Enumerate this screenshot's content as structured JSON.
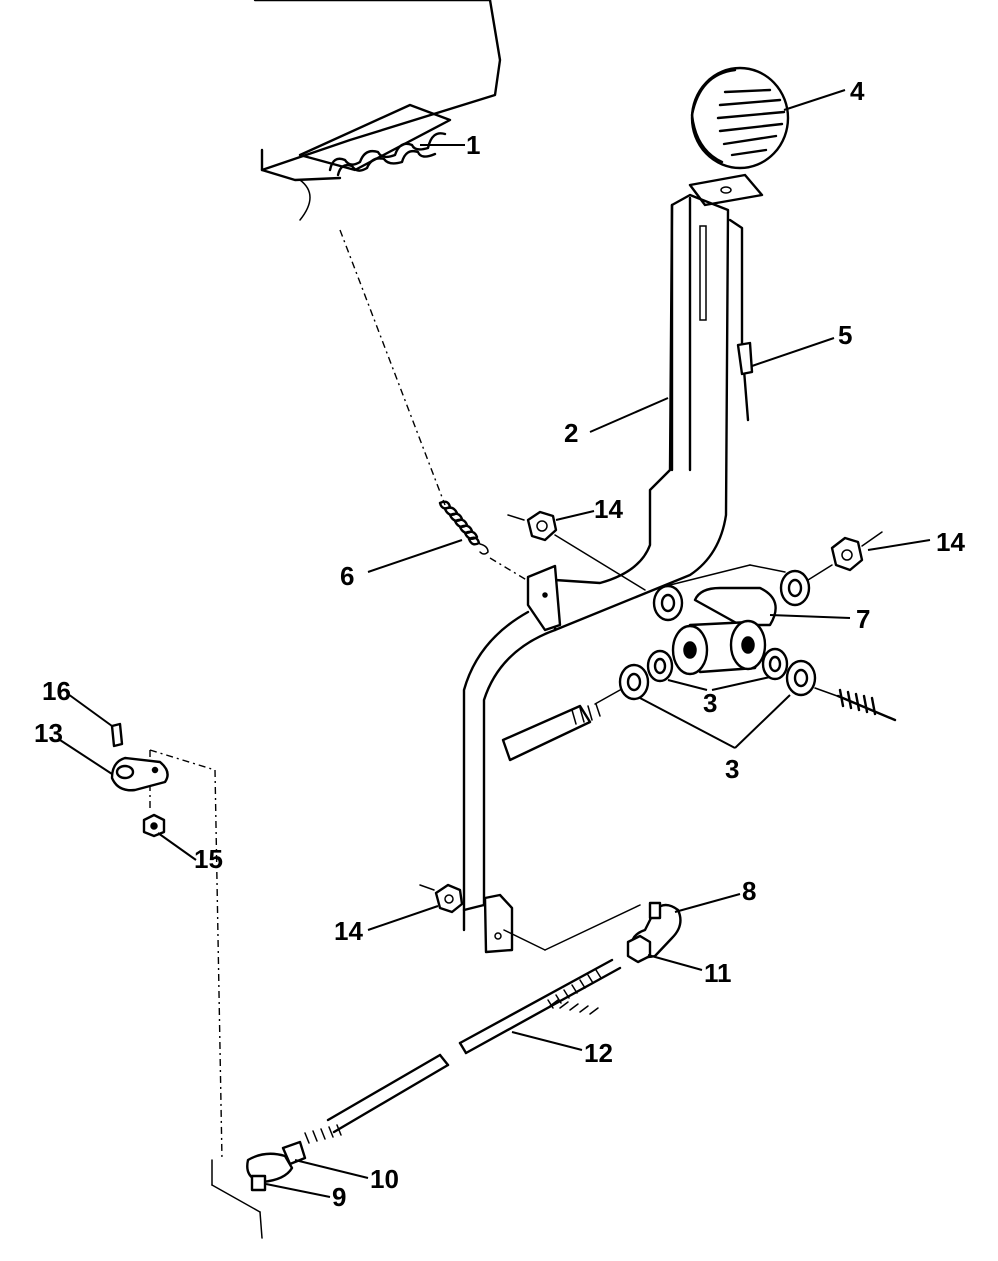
{
  "callouts": {
    "c1": "1",
    "c2": "2",
    "c3a": "3",
    "c3b": "3",
    "c4": "4",
    "c5": "5",
    "c6": "6",
    "c7": "7",
    "c8": "8",
    "c9": "9",
    "c10": "10",
    "c11": "11",
    "c12": "12",
    "c13": "13",
    "c14a": "14",
    "c14b": "14",
    "c14c": "14",
    "c15": "15",
    "c16": "16"
  }
}
